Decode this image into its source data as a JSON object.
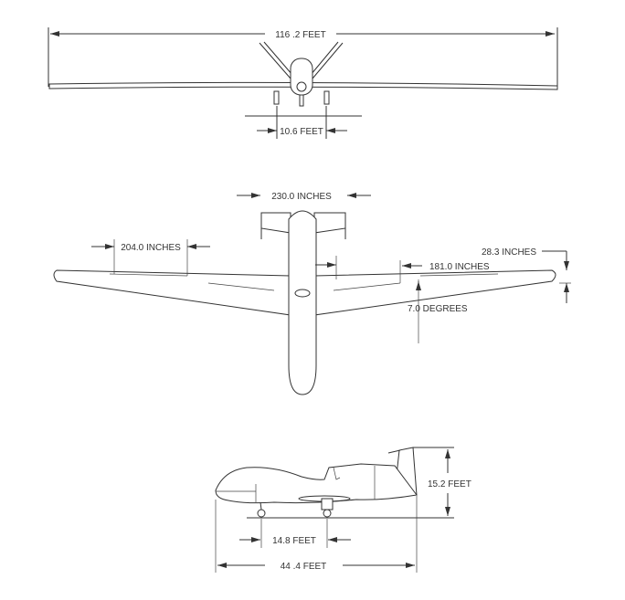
{
  "front_view": {
    "span_label": "116 .2 FEET",
    "track_label": "10.6 FEET"
  },
  "top_view": {
    "tail_span_label": "230.0 INCHES",
    "flap_label": "204.0 INCHES",
    "dihedral_height_label": "28.3 INCHES",
    "aileron_label": "181.0 INCHES",
    "angle_label": "7.0 DEGREES"
  },
  "side_view": {
    "height_label": "15.2 FEET",
    "wheelbase_label": "14.8 FEET",
    "length_label": "44 .4 FEET"
  }
}
